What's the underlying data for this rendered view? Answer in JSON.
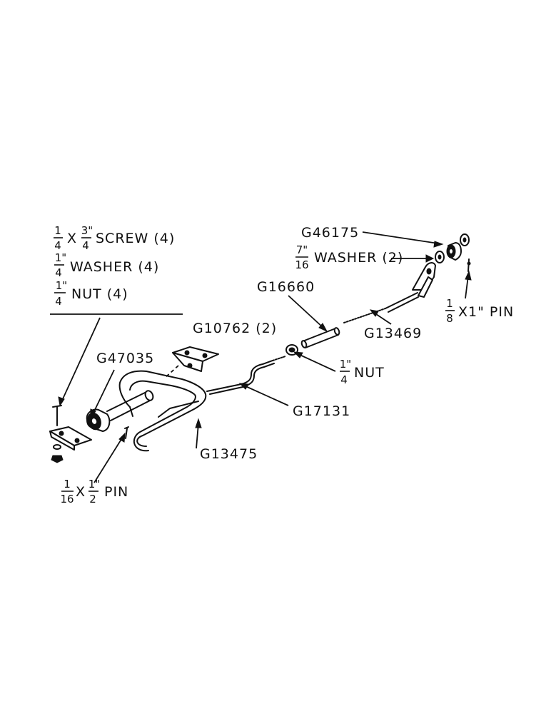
{
  "legend": {
    "screw": {
      "qty_num": "1",
      "qty_den": "4",
      "x": "X",
      "len_num": "3\"",
      "len_den": "4",
      "text": "SCREW (4)"
    },
    "washer": {
      "num": "1\"",
      "den": "4",
      "text": "WASHER (4)"
    },
    "nut": {
      "num": "1\"",
      "den": "4",
      "text": "NUT (4)"
    }
  },
  "parts": {
    "g46175": "G46175",
    "washer_7_16": {
      "num": "7\"",
      "den": "16",
      "text": "WASHER (2)"
    },
    "pin_1_8": {
      "num": "1",
      "den": "8",
      "text": "X1\" PIN"
    },
    "g16660": "G16660",
    "g13469": "G13469",
    "nut_1_4": {
      "num": "1\"",
      "den": "4",
      "text": "NUT"
    },
    "g10762": "G10762 (2)",
    "g47035": "G47035",
    "g17131": "G17131",
    "g13475": "G13475",
    "pin_1_16": {
      "num": "1",
      "den": "16",
      "x": "X",
      "len_num": "1\"",
      "len_den": "2",
      "text": "PIN"
    }
  }
}
